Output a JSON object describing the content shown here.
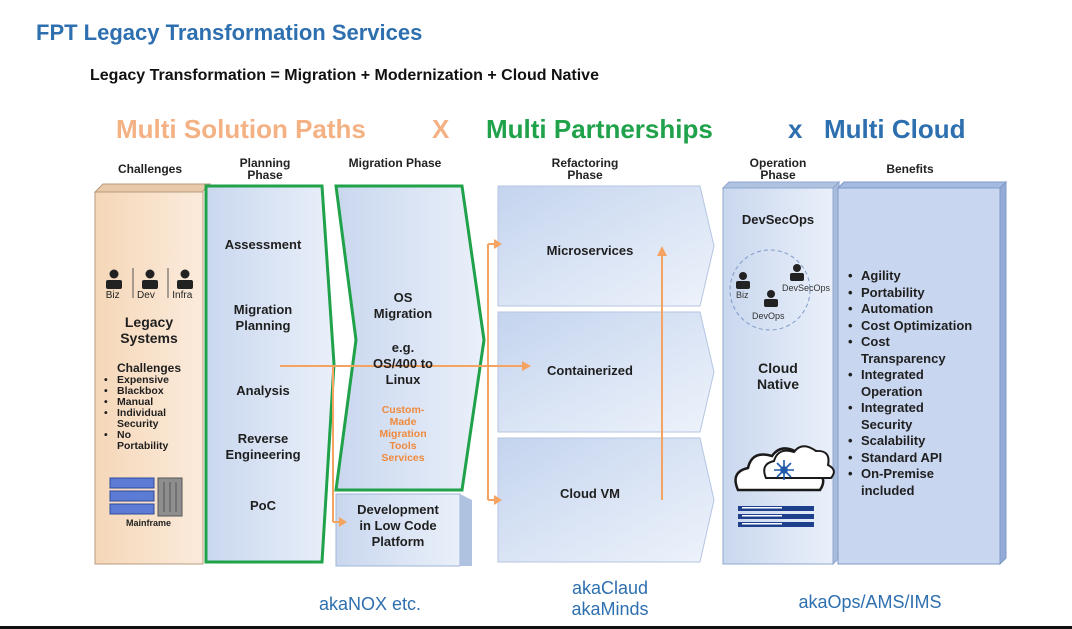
{
  "title": "FPT Legacy Transformation Services",
  "subtitle": "Legacy Transformation = Migration + Modernization + Cloud Native",
  "tagline": {
    "part1": "Multi Solution Paths",
    "x1": "X",
    "part2": "Multi Partnerships",
    "x2": "x",
    "part3": "Multi Cloud",
    "colors": {
      "part1": "#F4B183",
      "part2": "#1FA24A",
      "part3": "#2E6FAF"
    }
  },
  "columns": {
    "challenges": "Challenges",
    "planning": "Planning\nPhase",
    "migration": "Migration Phase",
    "refactoring": "Refactoring\nPhase",
    "operation": "Operation\nPhase",
    "benefits": "Benefits"
  },
  "challenges_box": {
    "roles": [
      "Biz",
      "Dev",
      "Infra"
    ],
    "system_title": "Legacy\nSystems",
    "list_title": "Challenges",
    "items": [
      "Expensive",
      "Blackbox",
      "Manual",
      "Individual\nSecurity",
      "No\nPortability"
    ],
    "mainframe_label": "Mainframe"
  },
  "planning_items": [
    "Assessment",
    "Migration\nPlanning",
    "Analysis",
    "Reverse\nEngineering",
    "PoC"
  ],
  "migration": {
    "os_title": "OS\nMigration",
    "example": "e.g.\nOS/400 to\nLinux",
    "tools": "Custom-\nMade\nMigration\nTools\nServices",
    "lowcode": "Development\nin  Low Code\nPlatform"
  },
  "refactoring_items": [
    "Microservices",
    "Containerized",
    "Cloud VM"
  ],
  "operation": {
    "devsecops": "DevSecOps",
    "roles": [
      "Biz",
      "DevSecOps",
      "DevOps"
    ],
    "cloud_native": "Cloud\nNative"
  },
  "benefits": [
    "Agility",
    "Portability",
    "Automation",
    "Cost Optimization",
    "Cost\nTransparency",
    "Integrated\nOperation",
    "Integrated\nSecurity",
    "Scalability",
    "Standard API",
    "On-Premise\nincluded"
  ],
  "footer": {
    "left": "akaNOX etc.",
    "middle": "akaClaud\nakaMinds",
    "right": "akaOps/AMS/IMS"
  }
}
